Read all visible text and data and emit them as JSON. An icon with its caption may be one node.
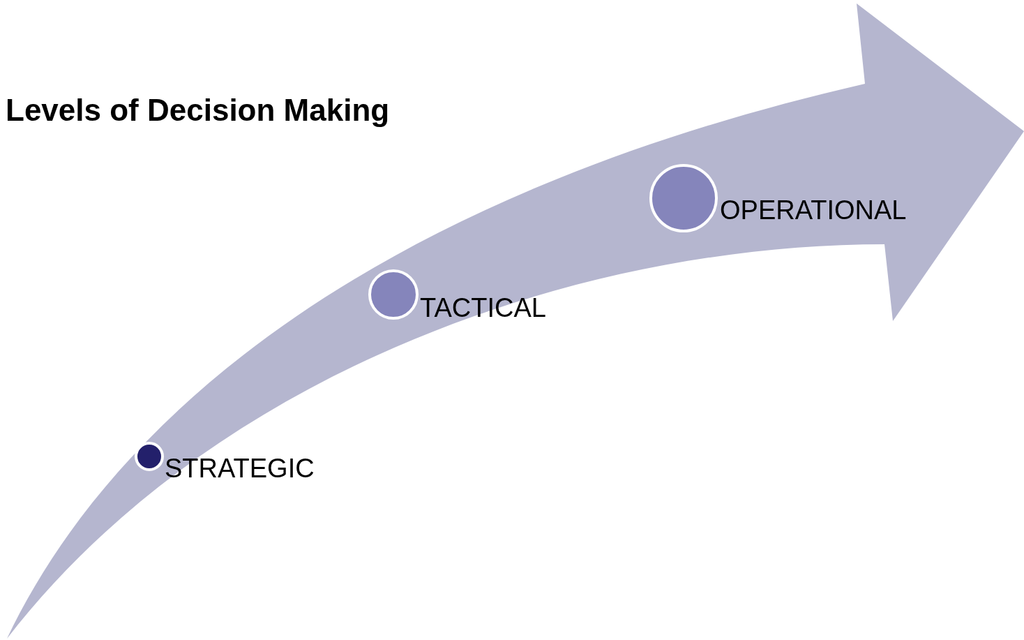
{
  "diagram": {
    "title": "Levels of Decision Making",
    "nodes": [
      {
        "text": [],
        "shape": "circle",
        "beside": [
          "STRATEGIC"
        ]
      },
      {
        "text": [],
        "shape": "circle",
        "beside": [
          "TACTICAL"
        ]
      },
      {
        "text": [],
        "shape": "circle",
        "beside": [
          "OPERATIONAL"
        ]
      }
    ],
    "edges": []
  }
}
